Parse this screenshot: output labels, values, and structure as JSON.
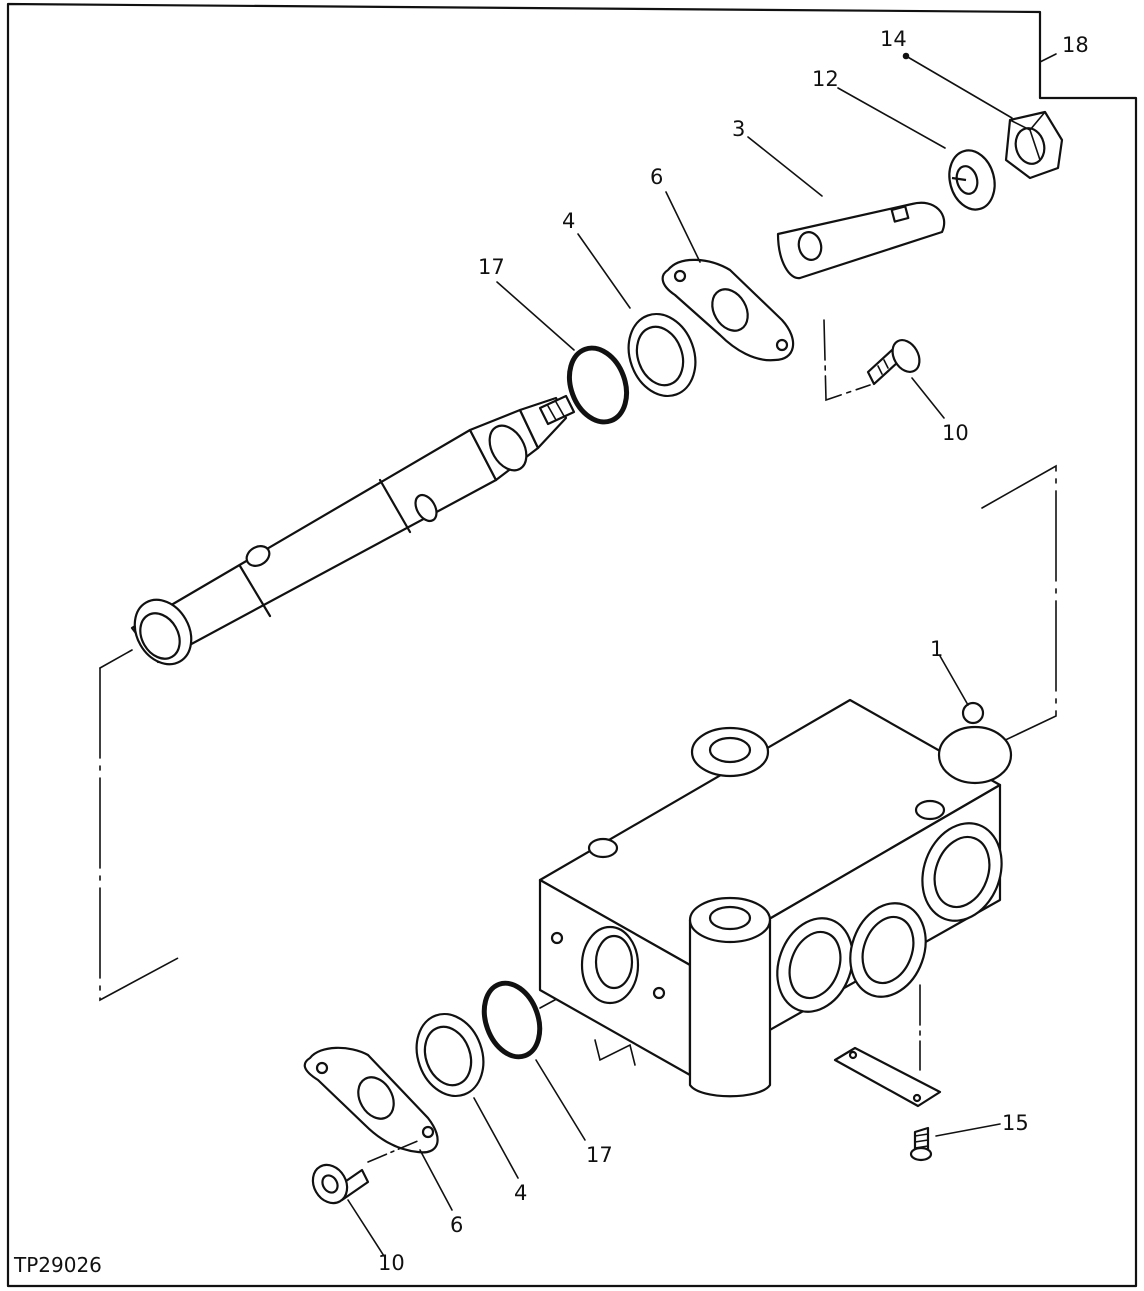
{
  "diagram_ref": "TP29026",
  "callouts": [
    {
      "id": "c18a",
      "text": "18"
    },
    {
      "id": "c14",
      "text": "14"
    },
    {
      "id": "c12",
      "text": "12"
    },
    {
      "id": "c3",
      "text": "3"
    },
    {
      "id": "c6a",
      "text": "6"
    },
    {
      "id": "c4a",
      "text": "4"
    },
    {
      "id": "c17a",
      "text": "17"
    },
    {
      "id": "c10a",
      "text": "10"
    },
    {
      "id": "c1",
      "text": "1"
    },
    {
      "id": "c15",
      "text": "15"
    },
    {
      "id": "c17b",
      "text": "17"
    },
    {
      "id": "c4b",
      "text": "4"
    },
    {
      "id": "c6b",
      "text": "6"
    },
    {
      "id": "c10b",
      "text": "10"
    }
  ]
}
